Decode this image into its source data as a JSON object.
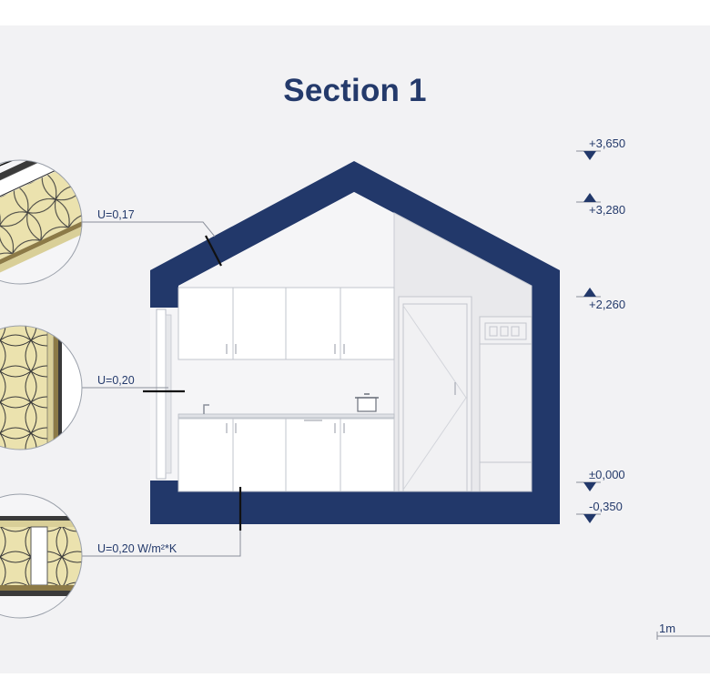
{
  "title": "Section 1",
  "colors": {
    "structure": "#22386a",
    "background": "#f2f2f4",
    "insulation": "#ebe2ae",
    "leader_line": "#8a8f9a"
  },
  "levels": [
    {
      "id": "roof-top",
      "label": "+3,650",
      "marker": "down"
    },
    {
      "id": "ceiling",
      "label": "+3,280",
      "marker": "up"
    },
    {
      "id": "eave",
      "label": "+2,260",
      "marker": "up"
    },
    {
      "id": "floor",
      "label": "±0,000",
      "marker": "down"
    },
    {
      "id": "ground",
      "label": "-0,350",
      "marker": "down"
    }
  ],
  "u_values": {
    "roof": "U=0,17",
    "wall": "U=0,20",
    "floor": "U=0,20 W/m²*K"
  },
  "scale_label": "1m",
  "icons": {
    "roof_detail": "insulation-detail-icon",
    "wall_detail": "insulation-detail-icon",
    "floor_detail": "insulation-detail-icon",
    "level_marker": "triangle-marker-icon"
  }
}
